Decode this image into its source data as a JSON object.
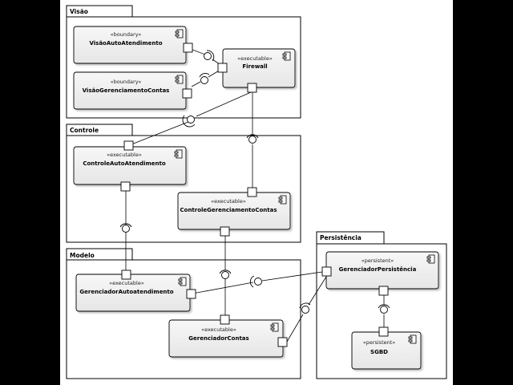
{
  "packages": {
    "visao": "Visão",
    "controle": "Controle",
    "modelo": "Modelo",
    "persistencia": "Persistência"
  },
  "components": {
    "visao_auto": {
      "stereotype": "«boundary»",
      "name": "VisãoAutoAtendimento"
    },
    "visao_ger": {
      "stereotype": "«boundary»",
      "name": "VisãoGerenciamentoContas"
    },
    "firewall": {
      "stereotype": "«executable»",
      "name": "Firewall"
    },
    "ctrl_auto": {
      "stereotype": "«executable»",
      "name": "ControleAutoAtendimento"
    },
    "ctrl_ger": {
      "stereotype": "«executable»",
      "name": "ControleGerenciamentoContas"
    },
    "ger_auto": {
      "stereotype": "«executable»",
      "name": "GerenciadorAutoatendimento"
    },
    "ger_contas": {
      "stereotype": "«executable»",
      "name": "GerenciadorContas"
    },
    "ger_pers": {
      "stereotype": "«persistent»",
      "name": "GerenciadorPersistência"
    },
    "sgbd": {
      "stereotype": "«persistent»",
      "name": "SGBD"
    }
  },
  "icons": {
    "component": "component-icon",
    "port": "port-square",
    "provided": "lollipop",
    "required": "socket"
  },
  "colors": {
    "box_fill": "#f2f2f2",
    "stroke": "#000000",
    "background": "#ffffff",
    "outside": "#000000"
  }
}
